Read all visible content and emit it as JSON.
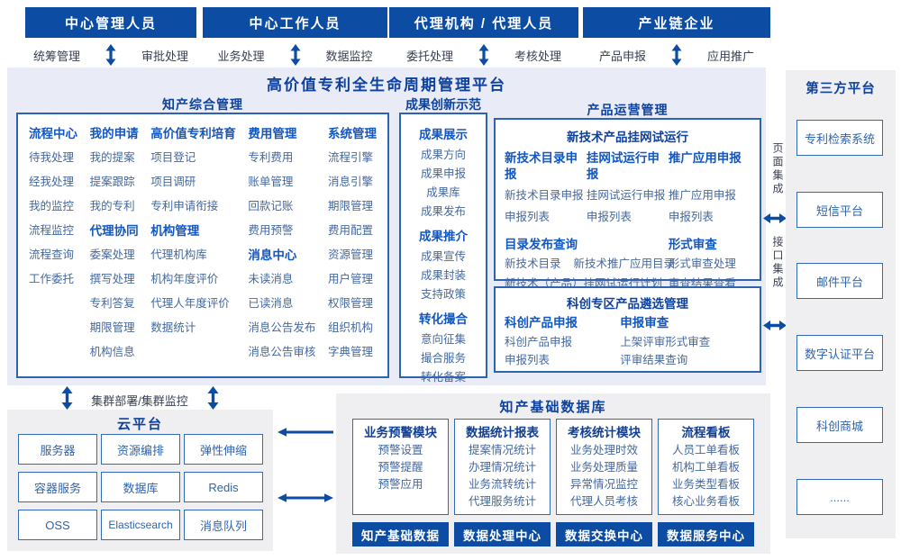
{
  "colors": {
    "bar_blue": "#0c4ca3",
    "navy_title": "#0e419c",
    "header_blue": "#1257c2",
    "item_blue": "#44689f",
    "box_border": "#2e63ad",
    "panel_lavender": "#e9ecf6",
    "panel_gray": "#efeff2"
  },
  "actors": [
    {
      "name": "中心管理人员",
      "left": "统筹管理",
      "right": "审批处理"
    },
    {
      "name": "中心工作人员",
      "left": "业务处理",
      "right": "数据监控"
    },
    {
      "name": "代理机构 / 代理人员",
      "left": "委托处理",
      "right": "考核处理"
    },
    {
      "name": "产业链企业",
      "left": "产品申报",
      "right": "应用推广"
    }
  ],
  "platform": {
    "title": "高价值专利全生命周期管理平台",
    "ip": {
      "title": "知产综合管理",
      "columns": [
        {
          "groups": [
            {
              "header": "流程中心",
              "items": [
                "待我处理",
                "经我处理",
                "我的监控",
                "流程监控",
                "流程查询",
                "工作委托"
              ]
            }
          ]
        },
        {
          "groups": [
            {
              "header": "我的申请",
              "items": [
                "我的提案",
                "提案跟踪",
                "我的专利"
              ]
            },
            {
              "header": "代理协同",
              "items": [
                "委案处理",
                "撰写处理",
                "专利答复",
                "期限管理",
                "机构信息"
              ]
            }
          ]
        },
        {
          "groups": [
            {
              "header": "高价值专利培育",
              "items": [
                "项目登记",
                "项目调研",
                "专利申请衔接"
              ]
            },
            {
              "header": "机构管理",
              "items": [
                "代理机构库",
                "机构年度评价",
                "代理人年度评价",
                "数据统计"
              ]
            }
          ]
        },
        {
          "groups": [
            {
              "header": "费用管理",
              "items": [
                "专利费用",
                "账单管理",
                "回款记账",
                "费用预警"
              ]
            },
            {
              "header": "消息中心",
              "items": [
                "未读消息",
                "已读消息",
                "消息公告发布",
                "消息公告审核"
              ]
            }
          ]
        },
        {
          "groups": [
            {
              "header": "系统管理",
              "items": [
                "流程引擎",
                "消息引擎",
                "期限管理",
                "费用配置",
                "资源管理",
                "用户管理",
                "权限管理",
                "组织机构",
                "字典管理"
              ]
            }
          ]
        }
      ]
    },
    "achievement": {
      "title": "成果创新示范",
      "groups": [
        {
          "header": "成果展示",
          "items": [
            "成果方向",
            "成果申报",
            "成果库",
            "成果发布"
          ]
        },
        {
          "header": "成果推介",
          "items": [
            "成果宣传",
            "成果封装",
            "支持政策"
          ]
        },
        {
          "header": "转化撮合",
          "items": [
            "意向征集",
            "撮合服务",
            "转化备案"
          ]
        }
      ]
    },
    "product_ops": {
      "title": "产品运营管理",
      "box1": {
        "title": "新技术产品挂网试运行",
        "groups": [
          {
            "header": "新技术目录申报",
            "items": [
              "新技术目录申报",
              "申报列表"
            ]
          },
          {
            "header": "挂网试运行申报",
            "items": [
              "挂网试运行申报",
              "申报列表"
            ]
          },
          {
            "header": "推广应用申报",
            "items": [
              "推广应用申报",
              "申报列表"
            ]
          }
        ],
        "catalog": {
          "header": "目录发布查询",
          "row1a": "新技术目录",
          "row1b": "新技术推广应用目录",
          "row2": "新技术（产品）挂网试运行计划"
        },
        "review": {
          "header": "形式审查",
          "items": [
            "形式审查处理",
            "审查结果查看"
          ]
        }
      },
      "box2": {
        "title": "科创专区产品遴选管理",
        "groups": [
          {
            "header": "科创产品申报",
            "items": [
              "科创产品申报",
              "申报列表"
            ]
          },
          {
            "header": "申报审查",
            "items": [
              "上架评审形式审查",
              "评审结果查询"
            ]
          }
        ]
      }
    }
  },
  "integration": {
    "page": "页面集成",
    "interface": "接口集成"
  },
  "third_party": {
    "title": "第三方平台",
    "items": [
      "专利检索系统",
      "短信平台",
      "邮件平台",
      "数字认证平台",
      "科创商城",
      "......"
    ]
  },
  "cluster_label": "集群部署/集群监控",
  "cloud": {
    "title": "云平台",
    "cells": [
      "服务器",
      "资源编排",
      "弹性伸缩",
      "容器服务",
      "数据库",
      "Redis",
      "OSS",
      "Elasticsearch",
      "消息队列"
    ]
  },
  "data_platform": {
    "title": "知产基础数据库",
    "modules": [
      {
        "header": "业务预警模块",
        "items": [
          "预警设置",
          "预警提醒",
          "预警应用"
        ]
      },
      {
        "header": "数据统计报表",
        "items": [
          "提案情况统计",
          "办理情况统计",
          "业务流转统计",
          "代理服务统计"
        ]
      },
      {
        "header": "考核统计模块",
        "items": [
          "业务处理时效",
          "业务处理质量",
          "异常情况监控",
          "代理人员考核"
        ]
      },
      {
        "header": "流程看板",
        "items": [
          "人员工单看板",
          "机构工单看板",
          "业务类型看板",
          "核心业务看板"
        ]
      }
    ],
    "buttons": [
      "知产基础数据",
      "数据处理中心",
      "数据交换中心",
      "数据服务中心"
    ]
  }
}
